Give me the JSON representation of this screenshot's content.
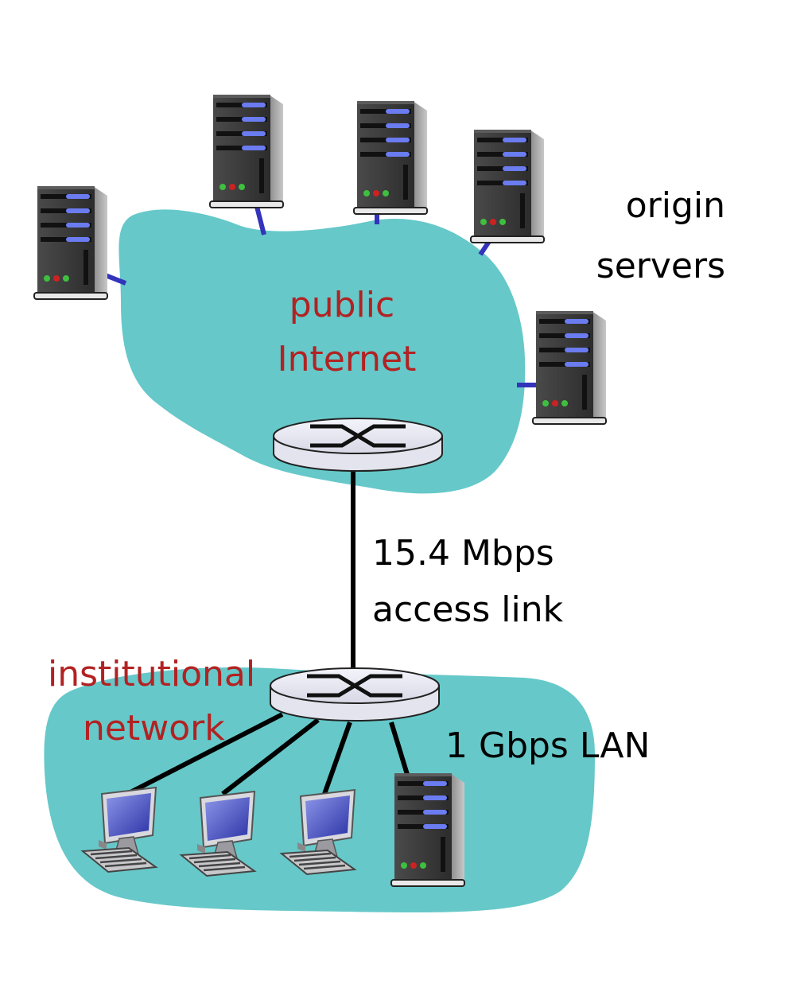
{
  "labels": {
    "origin_line1": "origin",
    "origin_line2": "servers",
    "public_line1": "public",
    "public_line2": "Internet",
    "link_line1": "15.4 Mbps",
    "link_line2": "access link",
    "inst_line1": "institutional",
    "inst_line2": "network",
    "lan": "1 Gbps LAN"
  },
  "colors": {
    "cloud": "#66c8c9",
    "red_label": "#b22222",
    "server_link": "#3333bb",
    "wire": "#000000",
    "led_green": "#3fbf3f",
    "led_red": "#cc2222",
    "server_blue": "#6a7cf0"
  },
  "icons": {
    "server": "server-icon",
    "router": "router-icon",
    "pc": "desktop-computer-icon"
  }
}
